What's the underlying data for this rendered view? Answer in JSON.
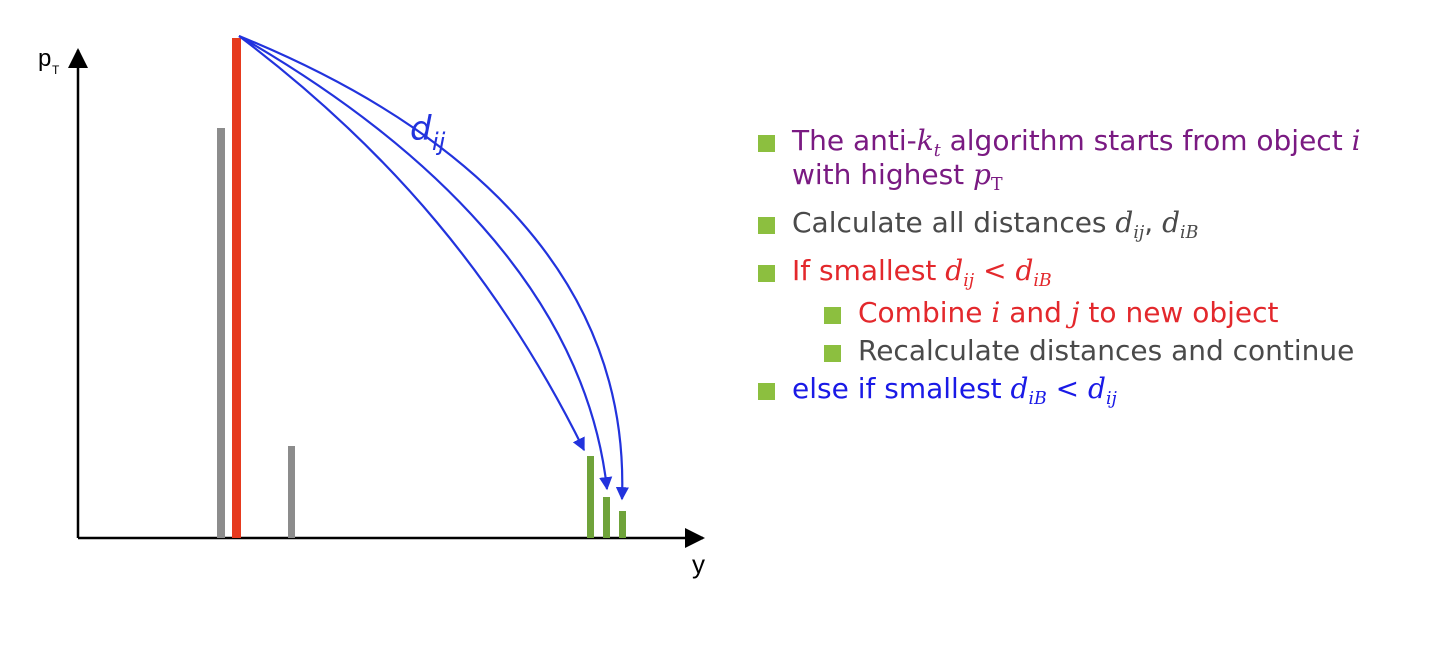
{
  "diagram": {
    "y_axis_label": "p",
    "y_axis_label_sub": "T",
    "x_axis_label": "y",
    "arrows_label": "d",
    "arrows_label_sub": "ij",
    "colors": {
      "seed_bar": "#e63a1e",
      "other_bars": "#8c8c8c",
      "merged_bars": "#6fa33a",
      "arrows": "#2233dd"
    }
  },
  "bullets": {
    "b1": {
      "pre": "The anti-",
      "k": "k",
      "k_sub": "t",
      "mid": " algorithm starts from object ",
      "i": "i",
      "line2": "with highest ",
      "p": "p",
      "p_sub": "T"
    },
    "b2": {
      "pre": "Calculate all distances ",
      "d1": "d",
      "d1_sub": "ij",
      "sep": ", ",
      "d2": "d",
      "d2_sub": "iB"
    },
    "b3": {
      "pre": "If smallest ",
      "d1": "d",
      "d1_sub": "ij",
      "op": " < ",
      "d2": "d",
      "d2_sub": "iB"
    },
    "b3a": {
      "pre": "Combine ",
      "i": "i",
      "mid": " and ",
      "j": "j",
      "post": " to new object"
    },
    "b3b": {
      "text": "Recalculate distances and continue"
    },
    "b4": {
      "pre": "else if smallest ",
      "d1": "d",
      "d1_sub": "iB",
      "op": " < ",
      "d2": "d",
      "d2_sub": "ij"
    }
  }
}
